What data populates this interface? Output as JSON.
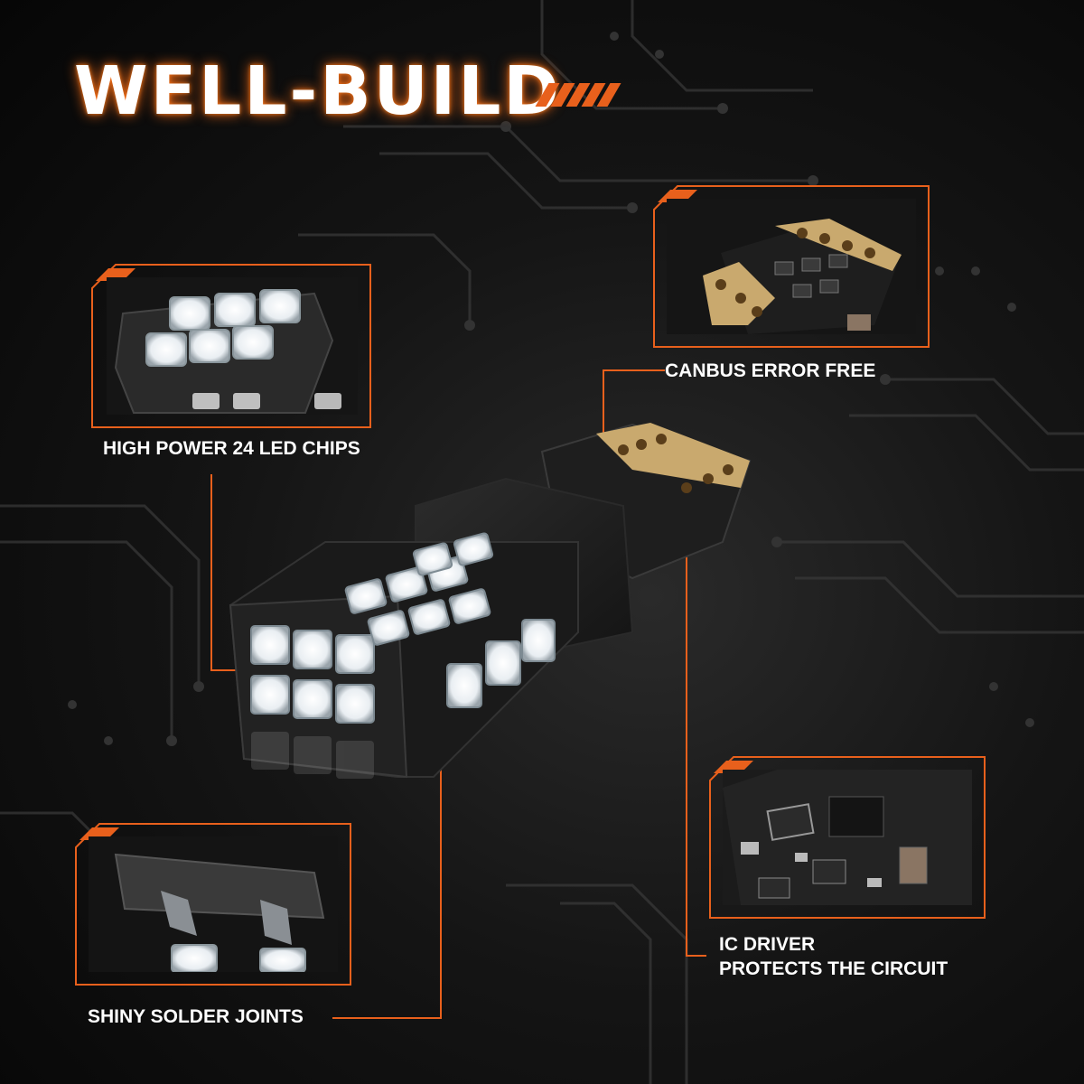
{
  "title": "WELL-BUILD",
  "accent_color": "#e8601c",
  "features": {
    "led_chips": "HIGH POWER 24 LED CHIPS",
    "canbus": "CANBUS ERROR FREE",
    "ic_driver_line1": "IC DRIVER",
    "ic_driver_line2": "PROTECTS THE CIRCUIT",
    "solder": "SHINY SOLDER JOINTS"
  }
}
